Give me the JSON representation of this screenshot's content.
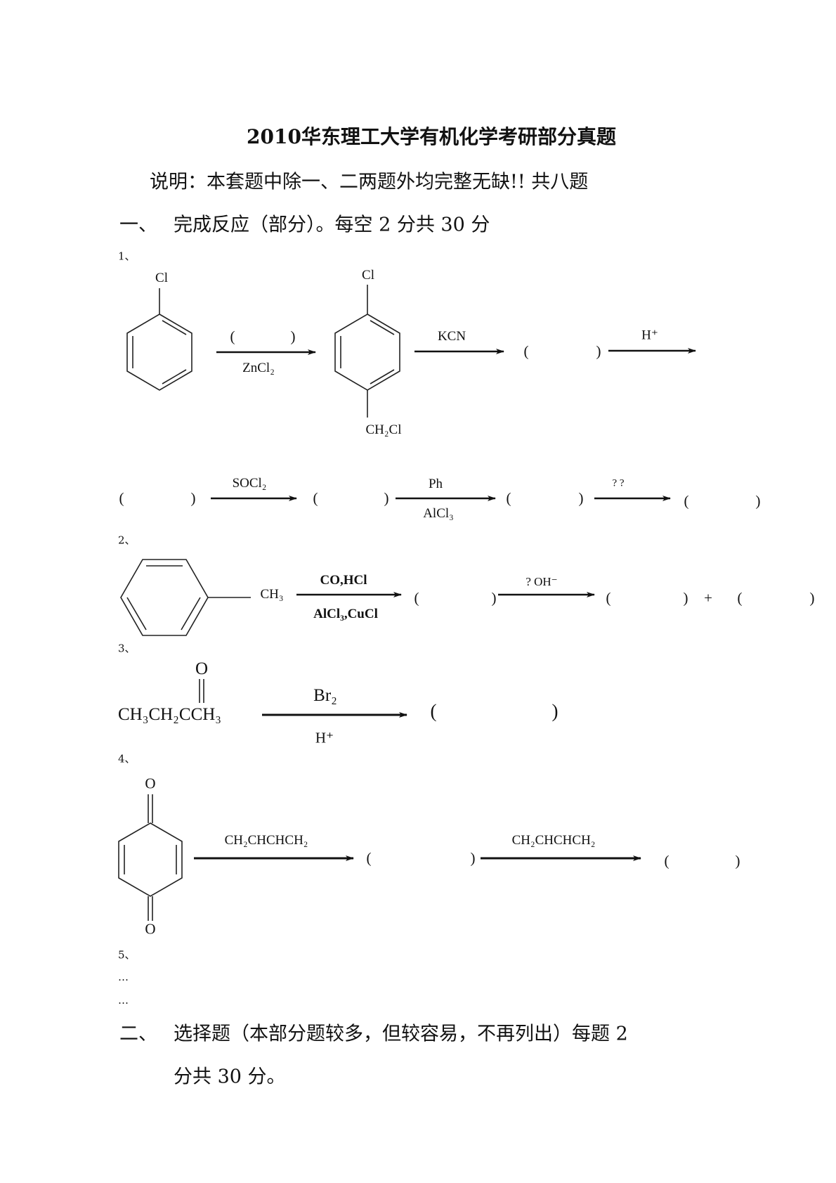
{
  "title": "2010华东理工大学有机化学考研部分真题",
  "note": "说明：本套题中除一、二两题外均完整无缺!! 共八题",
  "section1": {
    "number": "一、",
    "heading": "完成反应（部分）。每空 2 分共 30 分"
  },
  "blank": {
    "open": "(",
    "close": ")"
  },
  "q1": {
    "label": "1、",
    "start_substituent": "Cl",
    "intermediate_top": "Cl",
    "intermediate_bottom": "CH₂Cl",
    "step1_below": "ZnCl₂",
    "step2": "KCN",
    "step3": "H⁺",
    "step4": "SOCl₂",
    "step5_above": "Ph",
    "step5_below": "AlCl₃",
    "step6": "?  ?"
  },
  "q2": {
    "label": "2、",
    "substituent": "CH₃",
    "step1_above": "CO,HCl",
    "step1_below": "AlCl₃,CuCl",
    "step2": "?  OH⁻",
    "plus": "+"
  },
  "q3": {
    "label": "3、",
    "oxygen": "O",
    "formula": "CH₃CH₂CCH₃",
    "step_above": "Br₂",
    "step_below": "H⁺"
  },
  "q4": {
    "label": "4、",
    "oxygen_top": "O",
    "oxygen_bottom": "O",
    "step1": "CH₂CHCHCH₂",
    "step2": "CH₂CHCHCH₂"
  },
  "q5": {
    "label": "5、",
    "ellipsis1": "…",
    "ellipsis2": "…"
  },
  "section2": {
    "number": "二、",
    "line1": "选择题（本部分题较多，但较容易，不再列出）每题 2",
    "line2": "分共 30 分。"
  }
}
